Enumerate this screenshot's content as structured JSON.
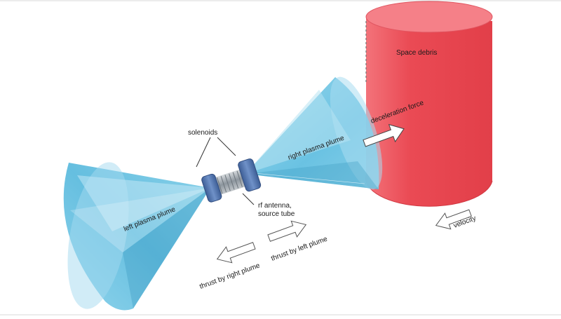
{
  "labels": {
    "space_debris": "Space debris",
    "deceleration_force": "deceleration force",
    "solenoids": "solenoids",
    "right_plume": "right plasma plume",
    "left_plume": "left plasma plume",
    "rf_antenna_line1": "rf antenna,",
    "rf_antenna_line2": "source tube",
    "velocity": "velocity",
    "thrust_right": "thrust by right plume",
    "thrust_left": "thrust by left plume"
  },
  "colors": {
    "debris": "#e8454f",
    "debris_dark": "#c8323c",
    "debris_light": "#f26a72",
    "plume": "#6cc6e3",
    "plume_light": "#bfe7f3",
    "plume_dark": "#3f9fc4",
    "solenoid": "#5b7fb8",
    "solenoid_dark": "#3b5a8e",
    "tube": "#9aa3ab",
    "arrow_outline": "#555555"
  }
}
